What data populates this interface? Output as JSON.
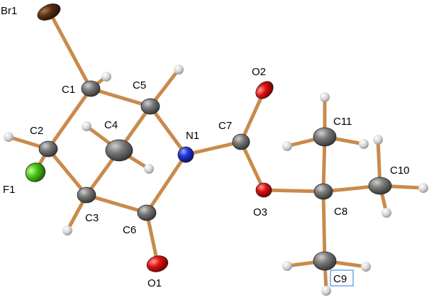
{
  "figure": {
    "colors": {
      "bond": "#c98a4b",
      "bond_edge": "#8a5a2a",
      "carbon": "#6e6e6e",
      "hydrogen": "#d8d8d8",
      "nitrogen": "#1f2fd0",
      "oxygen": "#d80f0f",
      "fluorine": "#49c418",
      "bromine": "#5a2f12",
      "highlight_box": "#4a90e2"
    },
    "labels": {
      "Br1": "Br1",
      "C1": "C1",
      "C2": "C2",
      "C3": "C3",
      "C4": "C4",
      "C5": "C5",
      "C6": "C6",
      "C7": "C7",
      "C8": "C8",
      "C9": "C9",
      "C10": "C10",
      "C11": "C11",
      "N1": "N1",
      "O1": "O1",
      "O2": "O2",
      "O3": "O3",
      "F1": "F1"
    }
  }
}
